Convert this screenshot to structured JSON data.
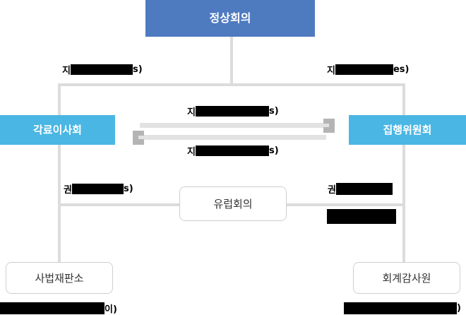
{
  "diagram": {
    "title_node": {
      "label": "정상회의"
    },
    "nodes": {
      "council_of_ministers": {
        "label": "각료이사회"
      },
      "executive_committee": {
        "label": "집행위원회"
      },
      "european_council": {
        "label": "유럽회의"
      },
      "court_of_justice": {
        "label": "사법재판소"
      },
      "court_of_auditors": {
        "label": "회계감사원"
      }
    },
    "edge_labels": {
      "summit_left": {
        "prefix": "지",
        "redacted": true,
        "suffix": "s)"
      },
      "summit_right": {
        "prefix": "지",
        "redacted": true,
        "suffix": "es)"
      },
      "center_top": {
        "prefix": "지",
        "redacted": true,
        "suffix": "s)"
      },
      "center_bottom": {
        "prefix": "지",
        "redacted": true,
        "suffix": "s)"
      },
      "left_mid": {
        "prefix": "권",
        "redacted": true,
        "suffix": "s)"
      },
      "right_mid": {
        "prefix": "권",
        "redacted": true,
        "suffix": ""
      },
      "right_mid_2": {
        "prefix": "",
        "redacted": true,
        "suffix": ""
      },
      "bottom_left": {
        "prefix": "",
        "redacted": true,
        "suffix": "이)"
      },
      "bottom_right": {
        "prefix": "",
        "redacted": true,
        "suffix": ")"
      }
    },
    "colors": {
      "summit_blue": "#4e7ac0",
      "node_blue": "#4ab6e4",
      "line_gray": "#dcdcdc",
      "arrow_shaft": "#e2e2e2",
      "arrow_head": "#b4b4b4",
      "redaction": "#000000"
    }
  }
}
